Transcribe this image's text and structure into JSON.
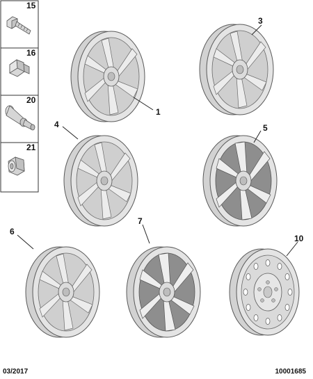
{
  "side_panel": {
    "items": [
      {
        "number": "15",
        "part": "wheel-bolt-icon"
      },
      {
        "number": "16",
        "part": "nut-cap-icon"
      },
      {
        "number": "20",
        "part": "tire-valve-icon"
      },
      {
        "number": "21",
        "part": "locking-nut-icon"
      }
    ]
  },
  "wheels": [
    {
      "number": "1",
      "style": "alloy-twin-spoke"
    },
    {
      "number": "3",
      "style": "alloy-twin-spoke"
    },
    {
      "number": "4",
      "style": "alloy-twin-spoke"
    },
    {
      "number": "5",
      "style": "alloy-dark-inset"
    },
    {
      "number": "6",
      "style": "alloy-twin-spoke"
    },
    {
      "number": "7",
      "style": "alloy-dark-inset"
    },
    {
      "number": "10",
      "style": "steel-wheel"
    }
  ],
  "colors": {
    "wheel_fill": "#e2e2e2",
    "wheel_shade": "#c9c9c9",
    "outline": "#5a5a5a",
    "dark_inset": "#9a9a9a"
  },
  "footer": {
    "date": "03/2017",
    "reference": "10001685"
  }
}
